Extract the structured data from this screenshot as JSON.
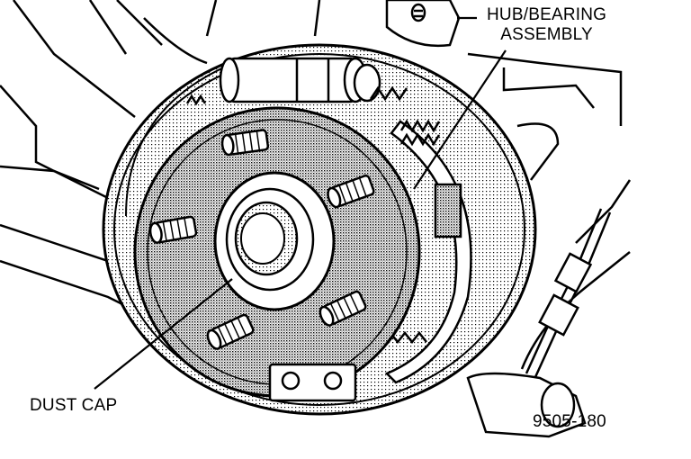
{
  "labels": {
    "hub_line1": "HUB/BEARING",
    "hub_line2": "ASSEMBLY",
    "dust_cap": "DUST CAP",
    "figure_number": "9505-180"
  },
  "colors": {
    "ink": "#000000",
    "shade": "#bdbdbd",
    "paper": "#ffffff"
  }
}
